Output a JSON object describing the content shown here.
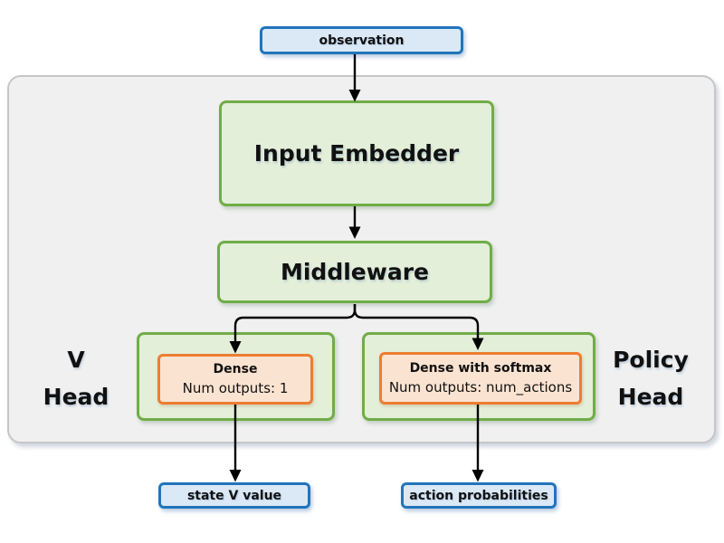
{
  "nodes": {
    "observation": {
      "label": "observation"
    },
    "input_embedder": {
      "label": "Input Embedder"
    },
    "middleware": {
      "label": "Middleware"
    },
    "v_head": {
      "line1": "V",
      "line2": "Head"
    },
    "v_dense": {
      "title": "Dense",
      "detail": "Num outputs: 1"
    },
    "policy_head": {
      "line1": "Policy",
      "line2": "Head"
    },
    "policy_dense": {
      "title": "Dense with softmax",
      "detail": "Num outputs: num_actions"
    },
    "state_v_value": {
      "label": "state V value"
    },
    "action_probabilities": {
      "label": "action probabilities"
    }
  },
  "colors": {
    "io_box_border": "#2175bc",
    "io_box_fill": "#dbe9f6",
    "layer_box_border": "#70ad47",
    "layer_box_fill": "#e3efd9",
    "dense_box_border": "#ed7d31",
    "dense_box_fill": "#fbe3d1",
    "container_fill": "#f0f0f0",
    "container_border": "#c6c6c6",
    "arrow": "#000000",
    "text": "#111111"
  }
}
